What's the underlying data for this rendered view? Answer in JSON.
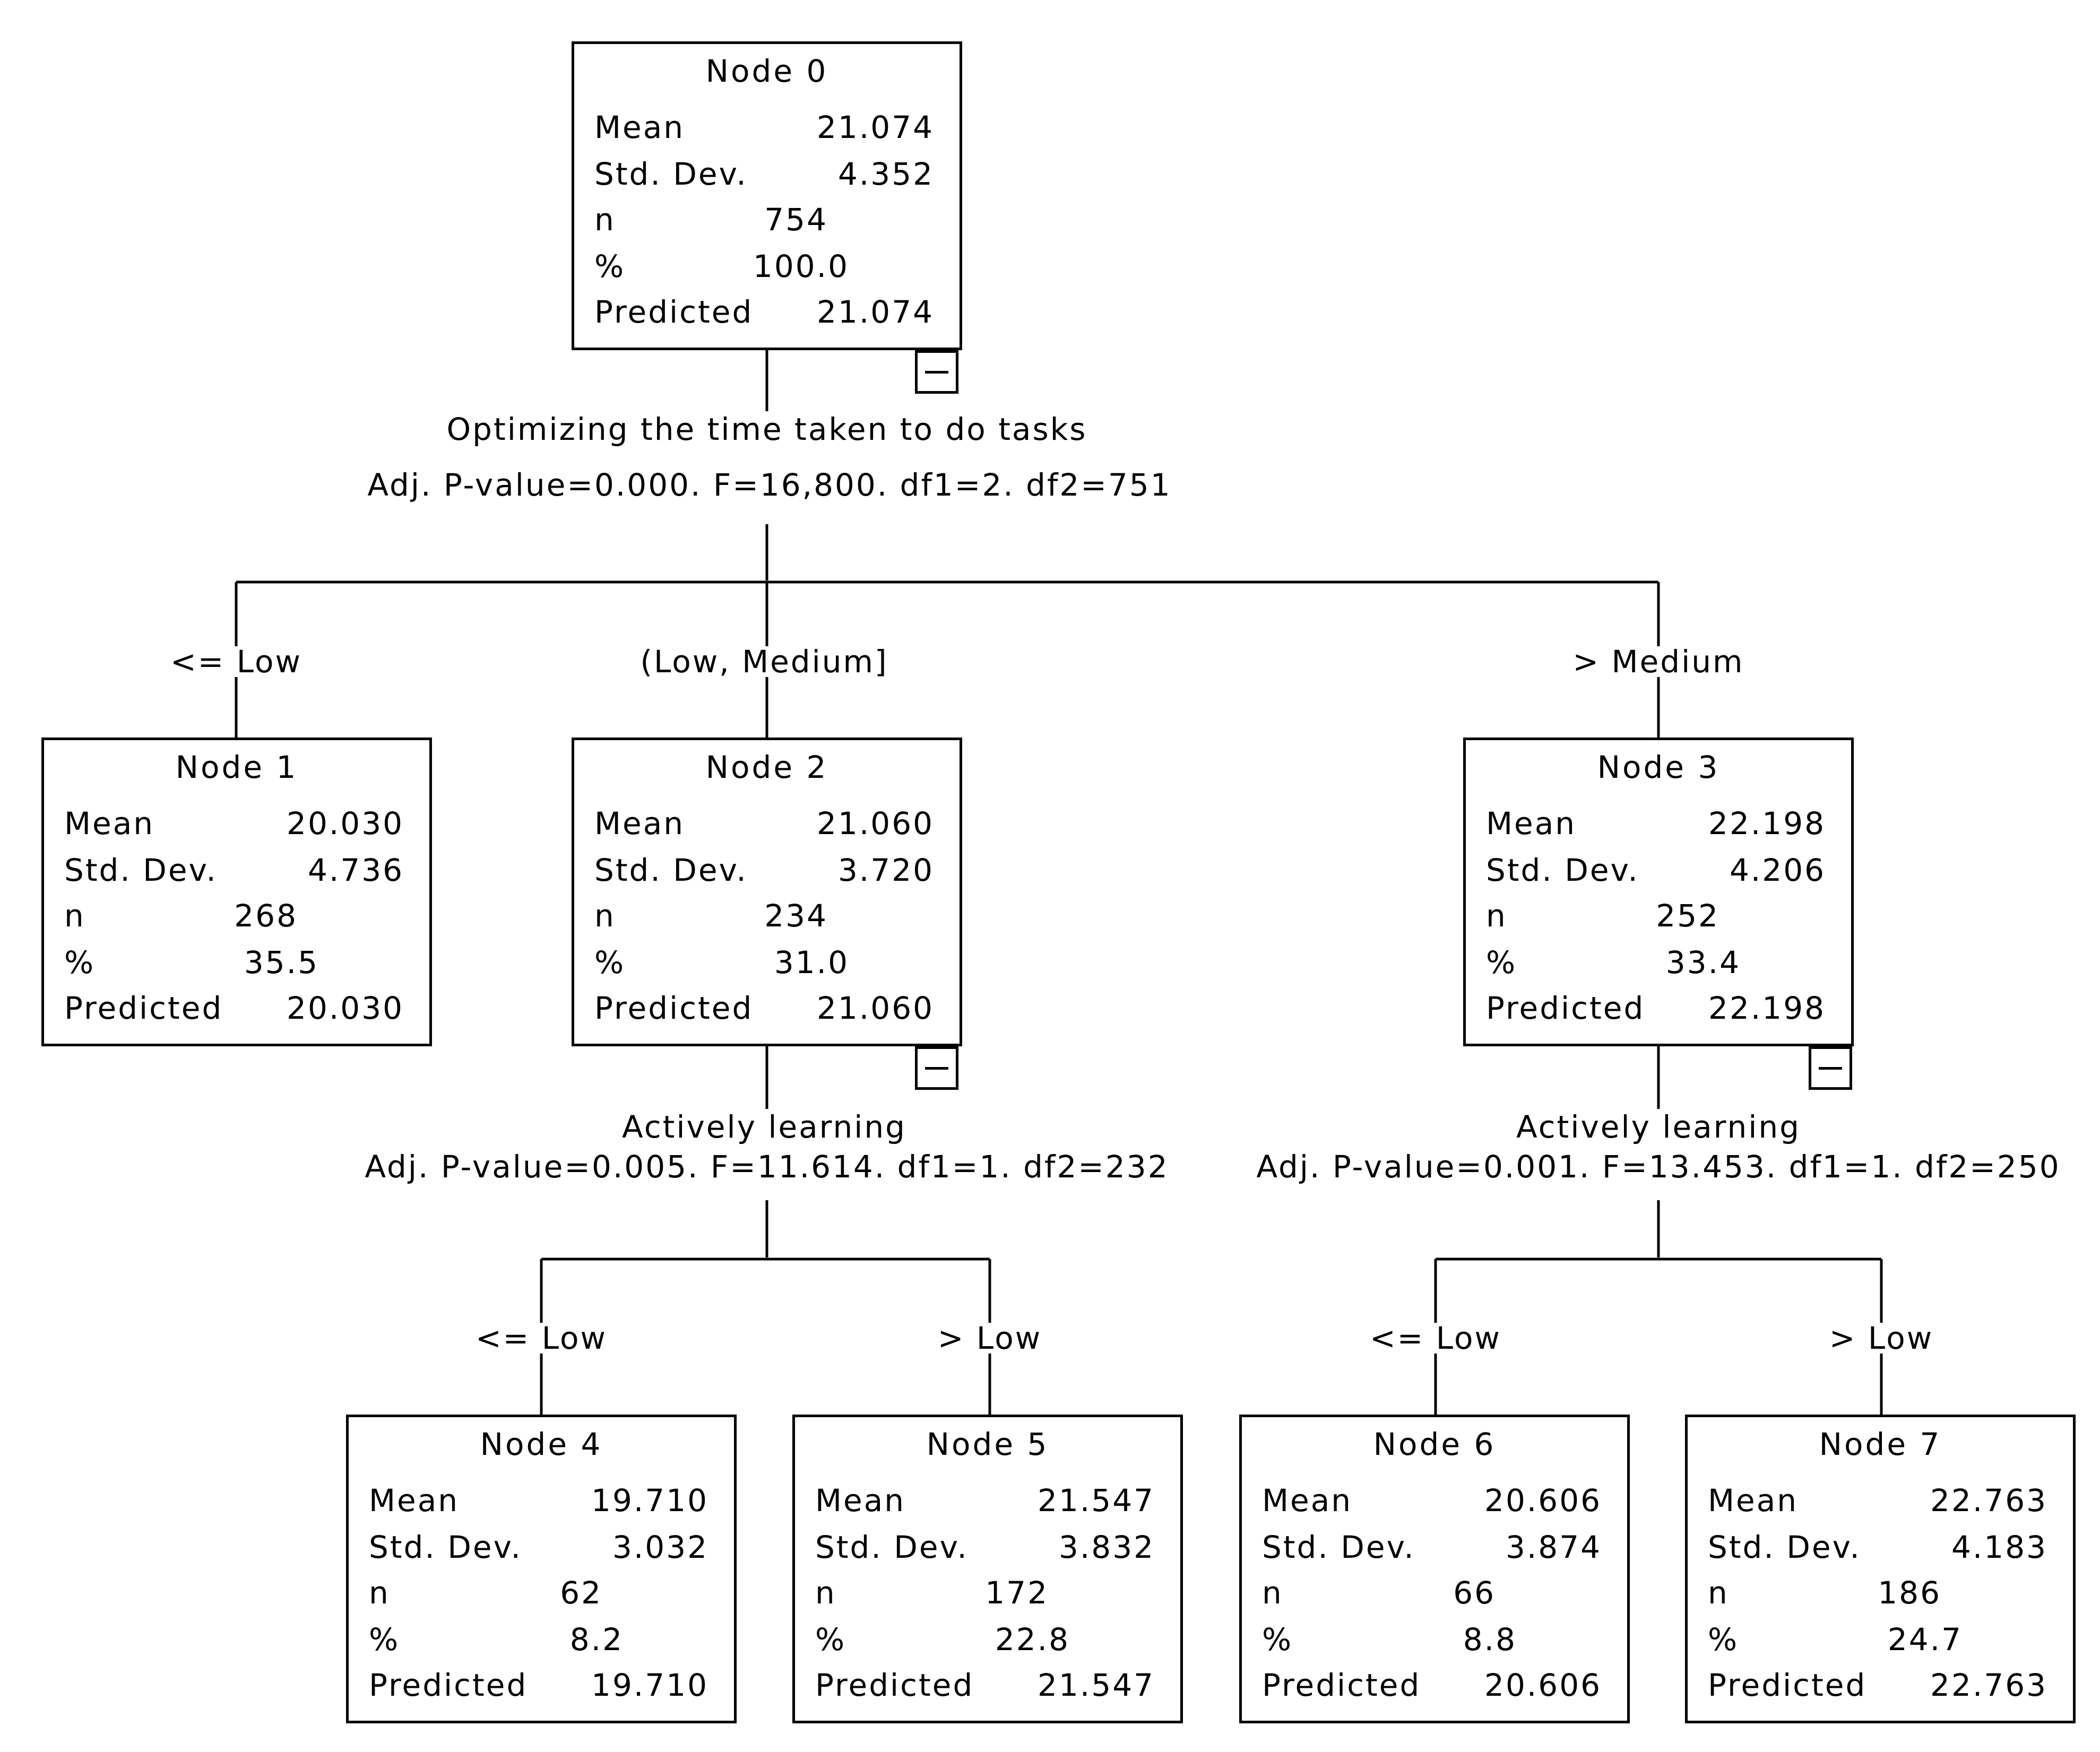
{
  "tree": {
    "nodes": [
      {
        "id": 0,
        "title": "Node 0",
        "mean": "21.074",
        "std_dev": "4.352",
        "n": "754",
        "pct": "100.0",
        "predicted": "21.074",
        "collapsible": true
      },
      {
        "id": 1,
        "title": "Node 1",
        "mean": "20.030",
        "std_dev": "4.736",
        "n": "268",
        "pct": "35.5",
        "predicted": "20.030",
        "collapsible": false
      },
      {
        "id": 2,
        "title": "Node 2",
        "mean": "21.060",
        "std_dev": "3.720",
        "n": "234",
        "pct": "31.0",
        "predicted": "21.060",
        "collapsible": true
      },
      {
        "id": 3,
        "title": "Node 3",
        "mean": "22.198",
        "std_dev": "4.206",
        "n": "252",
        "pct": "33.4",
        "predicted": "22.198",
        "collapsible": true
      },
      {
        "id": 4,
        "title": "Node 4",
        "mean": "19.710",
        "std_dev": "3.032",
        "n": "62",
        "pct": "8.2",
        "predicted": "19.710",
        "collapsible": false
      },
      {
        "id": 5,
        "title": "Node 5",
        "mean": "21.547",
        "std_dev": "3.832",
        "n": "172",
        "pct": "22.8",
        "predicted": "21.547",
        "collapsible": false
      },
      {
        "id": 6,
        "title": "Node 6",
        "mean": "20.606",
        "std_dev": "3.874",
        "n": "66",
        "pct": "8.8",
        "predicted": "20.606",
        "collapsible": false
      },
      {
        "id": 7,
        "title": "Node 7",
        "mean": "22.763",
        "std_dev": "4.183",
        "n": "186",
        "pct": "24.7",
        "predicted": "22.763",
        "collapsible": false
      }
    ],
    "stat_labels": {
      "mean": "Mean",
      "std_dev": "Std. Dev.",
      "n": "n",
      "pct": "%",
      "predicted": "Predicted"
    },
    "splits": [
      {
        "parent": 0,
        "variable": "Optimizing the time taken to do tasks",
        "stats": "Adj. P-value=0.000. F=16,800. df1=2. df2=751"
      },
      {
        "parent": 2,
        "variable": "Actively learning",
        "stats": "Adj. P-value=0.005. F=11.614. df1=1. df2=232"
      },
      {
        "parent": 3,
        "variable": "Actively learning",
        "stats": "Adj. P-value=0.001. F=13.453. df1=1. df2=250"
      }
    ],
    "branches": [
      {
        "child": 1,
        "label": "<= Low"
      },
      {
        "child": 2,
        "label": "(Low, Medium]"
      },
      {
        "child": 3,
        "label": "> Medium"
      },
      {
        "child": 4,
        "label": "<= Low"
      },
      {
        "child": 5,
        "label": "> Low"
      },
      {
        "child": 6,
        "label": "<= Low"
      },
      {
        "child": 7,
        "label": "> Low"
      }
    ]
  }
}
